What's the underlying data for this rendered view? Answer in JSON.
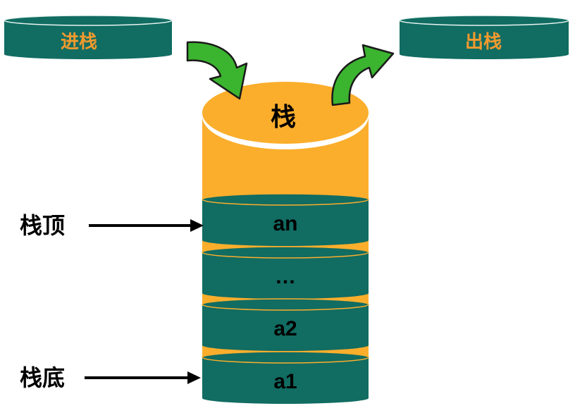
{
  "colors": {
    "teal": "#116c62",
    "orange": "#fbae2c",
    "label_orange": "#f29a2e",
    "arrow_green": "#3bb42f",
    "outline": "#1a1a1a",
    "white": "#ffffff",
    "text": "#000000"
  },
  "push_button": {
    "label": "进栈"
  },
  "pop_button": {
    "label": "出栈"
  },
  "stack": {
    "title": "栈",
    "elements": [
      {
        "label": "an"
      },
      {
        "label": "…"
      },
      {
        "label": "a2"
      },
      {
        "label": "a1"
      }
    ]
  },
  "pointers": {
    "top": {
      "label": "栈顶"
    },
    "bottom": {
      "label": "栈底"
    }
  }
}
